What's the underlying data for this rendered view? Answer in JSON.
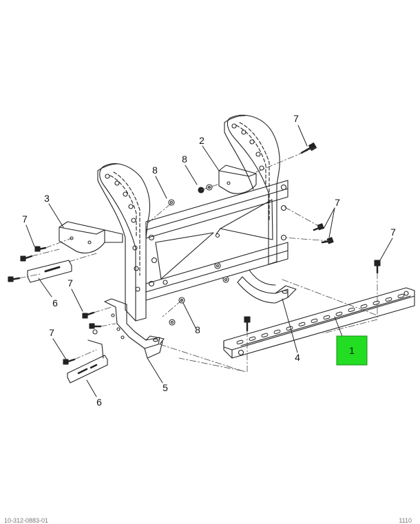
{
  "diagram": {
    "callouts": {
      "c1": "1",
      "c2": "2",
      "c3": "3",
      "c4": "4",
      "c5": "5",
      "c6a": "6",
      "c6b": "6",
      "c7a": "7",
      "c7b": "7",
      "c7c": "7",
      "c7d": "7",
      "c7e": "7",
      "c7f": "7",
      "c8a": "8",
      "c8b": "8",
      "c8c": "8"
    },
    "highlight_color": "#22dd22"
  },
  "footer": {
    "left": "10-312-0883-01",
    "right": "1110"
  }
}
